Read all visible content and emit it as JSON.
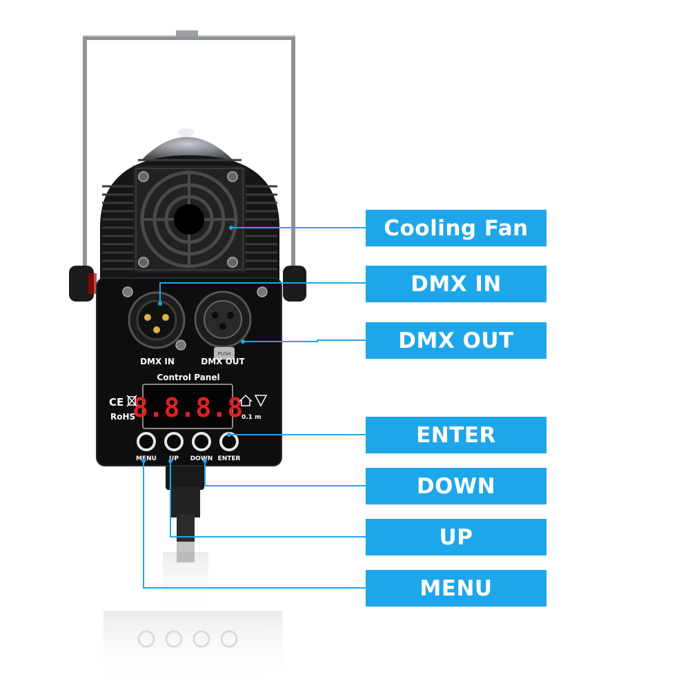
{
  "device": {
    "port_labels": {
      "dmx_in": "DMX IN",
      "dmx_out": "DMX OUT"
    },
    "panel_title": "Control Panel",
    "display_value": "8.8.8.8",
    "cert_marks": {
      "ce": "CE",
      "rohs": "RoHS"
    },
    "clearance": "0.1 m",
    "buttons": [
      {
        "id": "menu",
        "label": "MENU"
      },
      {
        "id": "up",
        "label": "UP"
      },
      {
        "id": "down",
        "label": "DOWN"
      },
      {
        "id": "enter",
        "label": "ENTER"
      }
    ],
    "lock_text": "PUSH"
  },
  "callouts": {
    "cooling_fan": "Cooling Fan",
    "dmx_in": "DMX IN",
    "dmx_out": "DMX OUT",
    "enter": "ENTER",
    "down": "DOWN",
    "up": "UP",
    "menu": "MENU"
  },
  "colors": {
    "callout_bg": "#1ea6ea",
    "callout_text": "#ffffff",
    "leader_line": "#1ea6ea",
    "device_body": "#111111",
    "display_digits": "#e02020"
  }
}
